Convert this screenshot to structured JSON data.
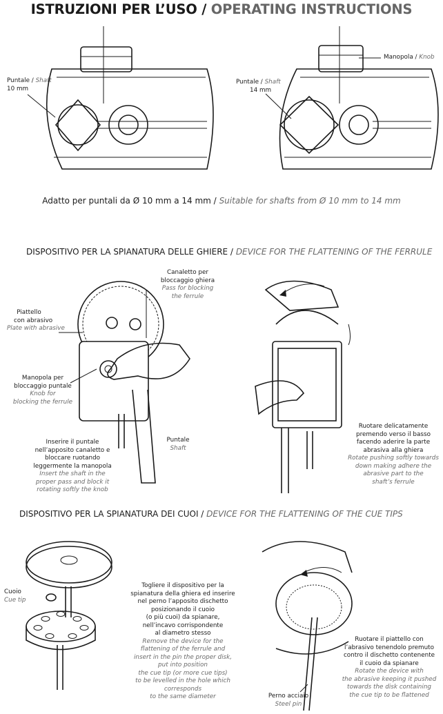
{
  "header": {
    "title_it": "ISTRUZIONI PER L’USO /",
    "title_en": "OPERATING INSTRUCTIONS"
  },
  "top": {
    "left_shaft_it": "Puntale /",
    "left_shaft_en": "Shaft",
    "left_size": "10 mm",
    "right_shaft_it": "Puntale /",
    "right_shaft_en": "Shaft",
    "right_size": "14 mm",
    "knob_it": "Manopola /",
    "knob_en": "Knob",
    "suitable_it": "Adatto per puntali da Ø 10 mm a 14 mm /",
    "suitable_en": "Suitable for shafts from Ø 10 mm to 14 mm"
  },
  "ferrule": {
    "title_it": "DISPOSITIVO PER LA SPIANATURA DELLE GHIERE /",
    "title_en": "DEVICE FOR THE FLATTENING OF THE FERRULE",
    "pass_it": [
      "Canaletto per",
      "bloccaggio ghiera"
    ],
    "pass_en": [
      "Pass for blocking",
      "the ferrule"
    ],
    "plate_it": [
      "Piattello",
      "con abrasivo"
    ],
    "plate_en": "Plate with abrasive",
    "knob_it": [
      "Manopola per",
      "bloccaggio puntale"
    ],
    "knob_en": [
      "Knob for",
      "blocking the ferrule"
    ],
    "insert_it": [
      "Inserire il puntale",
      "nell’apposito canaletto e",
      "bloccare ruotando",
      "leggermente la manopola"
    ],
    "insert_en": [
      "Insert the shaft in the",
      "proper pass and block it",
      "rotating softly the knob"
    ],
    "shaft_it": "Puntale",
    "shaft_en": "Shaft",
    "rotate_it": [
      "Ruotare delicatamente",
      "premendo verso il basso",
      "facendo  aderire la parte",
      "abrasiva alla ghiera"
    ],
    "rotate_en": [
      "Rotate pushing softly towards",
      "down making adhere the",
      "abrasive part to the",
      "shaft’s ferrule"
    ]
  },
  "cuoi": {
    "title_it": "DISPOSITIVO PER LA SPIANATURA DEI CUOI /",
    "title_en": "DEVICE FOR THE FLATTENING OF THE CUE TIPS",
    "cuoio_it": "Cuoio",
    "cuoio_en": "Cue tip",
    "remove_it": [
      "Togliere il dispositivo per la",
      "spianatura della ghiera ed inserire",
      "nel perno l’apposito dischetto",
      "posizionando il cuoio",
      "(o più cuoi) da spianare,",
      "nell’incavo corrispondente",
      "al diametro stesso"
    ],
    "remove_en": [
      "Remove the device for the",
      "flattening of the ferrule and",
      "insert in the pin the proper disk,",
      "put into position",
      "the cue tip (or more cue tips)",
      "to be levelled in the hole which",
      "corresponds",
      "to the same diameter"
    ],
    "rotate_it": [
      "Ruotare il piattello con",
      "l’abrasivo  tenendolo premuto",
      "contro il dischetto contenente",
      "il cuoio da spianare"
    ],
    "rotate_en": [
      "Rotate the device with",
      "the abrasive keeping it pushed",
      "towards the disk containing",
      "the cue tip to be flattened"
    ],
    "pin_it": "Perno  acciaio",
    "pin_en": "Steel pin"
  }
}
